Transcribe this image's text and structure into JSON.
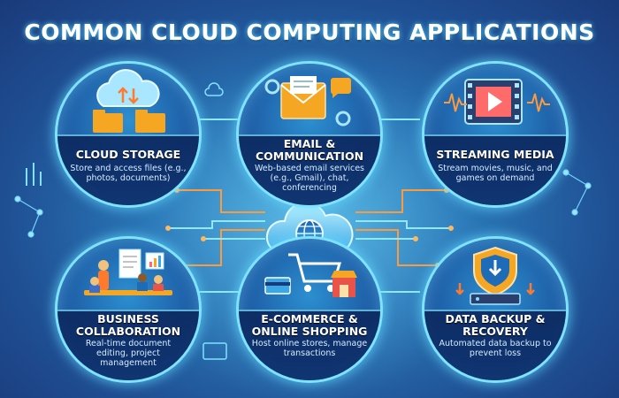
{
  "title": "COMMON CLOUD COMPUTING APPLICATIONS",
  "cards": [
    {
      "title": "CLOUD STORAGE",
      "desc": "Store and access files (e.g., photos, documents)",
      "icon": "cloud-folder-icon"
    },
    {
      "title": "EMAIL & COMMUNICATION",
      "desc": "Web-based email services (e.g., Gmail), chat, conferencing",
      "icon": "envelope-icon"
    },
    {
      "title": "STREAMING MEDIA",
      "desc": "Stream movies, music, and games on demand",
      "icon": "film-play-icon"
    },
    {
      "title": "BUSINESS COLLABORATION",
      "desc": "Real-time document editing, project management",
      "icon": "team-meeting-icon"
    },
    {
      "title": "E-COMMERCE & ONLINE SHOPPING",
      "desc": "Host online stores, manage transactions",
      "icon": "shopping-cart-icon"
    },
    {
      "title": "DATA BACKUP & RECOVERY",
      "desc": "Automated data backup to prevent loss",
      "icon": "shield-backup-icon"
    }
  ],
  "hub": {
    "icon": "cloud-globe-icon"
  },
  "colors": {
    "accent": "#7fe3ff",
    "line_orange": "#ff9a3c",
    "line_cyan": "#8fe9ff"
  }
}
